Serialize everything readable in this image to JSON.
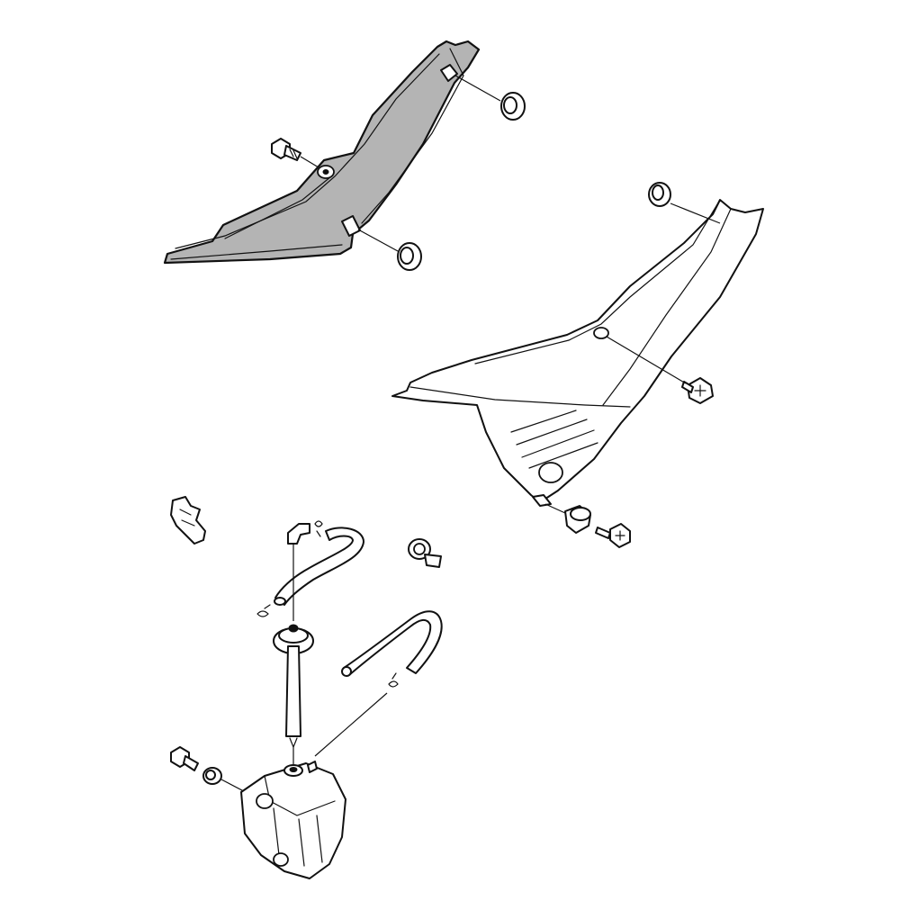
{
  "colors": {
    "line": "#111111",
    "highlighted_part": "#b4b4b4",
    "background": "#ffffff"
  },
  "parts": [
    {
      "name": "frame-cover-left",
      "icon": "frame-cover-icon",
      "highlighted": true
    },
    {
      "name": "frame-cover-right",
      "icon": "frame-cover-icon",
      "highlighted": false
    },
    {
      "name": "rubber-grommet",
      "icon": "grommet-icon"
    },
    {
      "name": "flange-bolt",
      "icon": "bolt-icon"
    },
    {
      "name": "collar",
      "icon": "collar-icon"
    },
    {
      "name": "hose-clamp",
      "icon": "clamp-icon"
    },
    {
      "name": "breather-hose",
      "icon": "hose-icon"
    },
    {
      "name": "overflow-hose",
      "icon": "hose-icon"
    },
    {
      "name": "elbow-joint",
      "icon": "elbow-icon"
    },
    {
      "name": "tank-cap-with-tube",
      "icon": "cap-icon"
    },
    {
      "name": "reserve-tank",
      "icon": "tank-icon"
    },
    {
      "name": "hose-guide",
      "icon": "guide-icon"
    }
  ]
}
